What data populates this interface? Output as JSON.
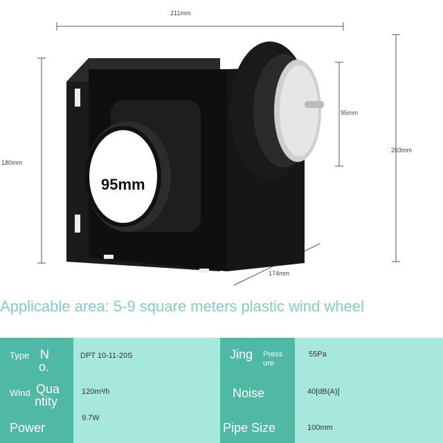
{
  "dimensions": {
    "width": "211mm",
    "height_left": "180mm",
    "height_right": "203mm",
    "outlet": "95mm",
    "depth": "174mm",
    "inlet": "95mm"
  },
  "headline": "Applicable area: 5-9 square meters plastic wind wheel",
  "specs": {
    "type": {
      "label_a": "Type",
      "label_b": "N",
      "label_c": "o.",
      "value": "DPT 10-11-20S"
    },
    "pressure": {
      "label_a": "Jing",
      "label_b": "Press",
      "label_c": "ure",
      "value": "55Pa"
    },
    "wind": {
      "label_a": "Wind",
      "label_b": "Qua",
      "label_c": "ntity",
      "value": "120m³/h"
    },
    "noise": {
      "label": "Noise",
      "value": "40[dB(A)]"
    },
    "power": {
      "label": "Power",
      "value": "9.7W"
    },
    "pipe": {
      "label": "Pipe Size",
      "value": "100mm"
    }
  },
  "colors": {
    "header_cell": "#4fb9a5",
    "value_cell": "#a7e8dc",
    "headline": "#7ecfc3"
  }
}
